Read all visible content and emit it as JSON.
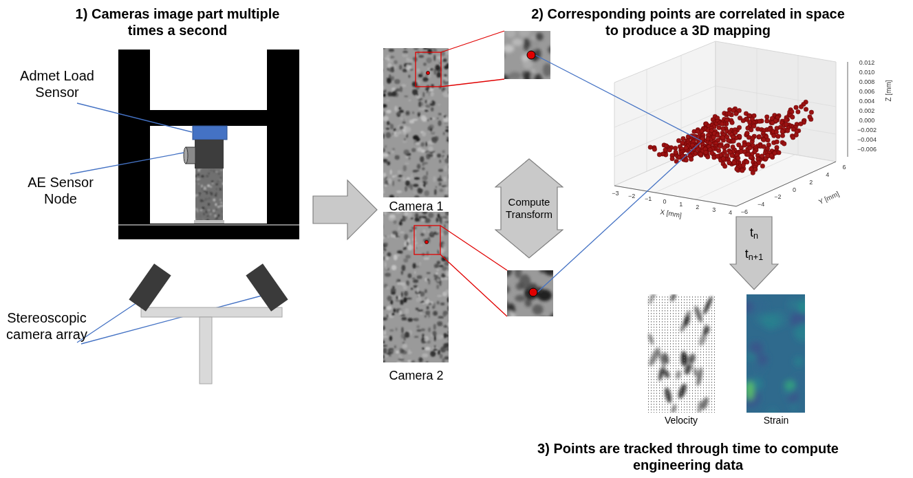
{
  "diagram": {
    "nodes": [
      {
        "text": [
          "Compute Transform"
        ]
      },
      {
        "text": [
          "t",
          "n",
          "t",
          "n+1"
        ]
      }
    ],
    "labels": [
      "1) Cameras image part multiple times a second",
      "2) Corresponding points are correlated in space to produce a 3D mapping",
      "3) Points are tracked through time to compute engineering data",
      "Admet Load Sensor",
      "AE Sensor Node",
      "Stereoscopic camera array",
      "Camera 1",
      "Camera 2",
      "0.012",
      "0.010",
      "0.008",
      "0.006",
      "0.004",
      "0.002",
      "0.000",
      "−0.002",
      "−0.004",
      "−0.006",
      "Z [mm]",
      "−3",
      "−2",
      "−1",
      "0",
      "1",
      "2",
      "3",
      "4",
      "X [mm]",
      "6",
      "4",
      "2",
      "0",
      "−2",
      "−4",
      "−6",
      "Y [mm]",
      "Velocity",
      "Strain"
    ]
  }
}
